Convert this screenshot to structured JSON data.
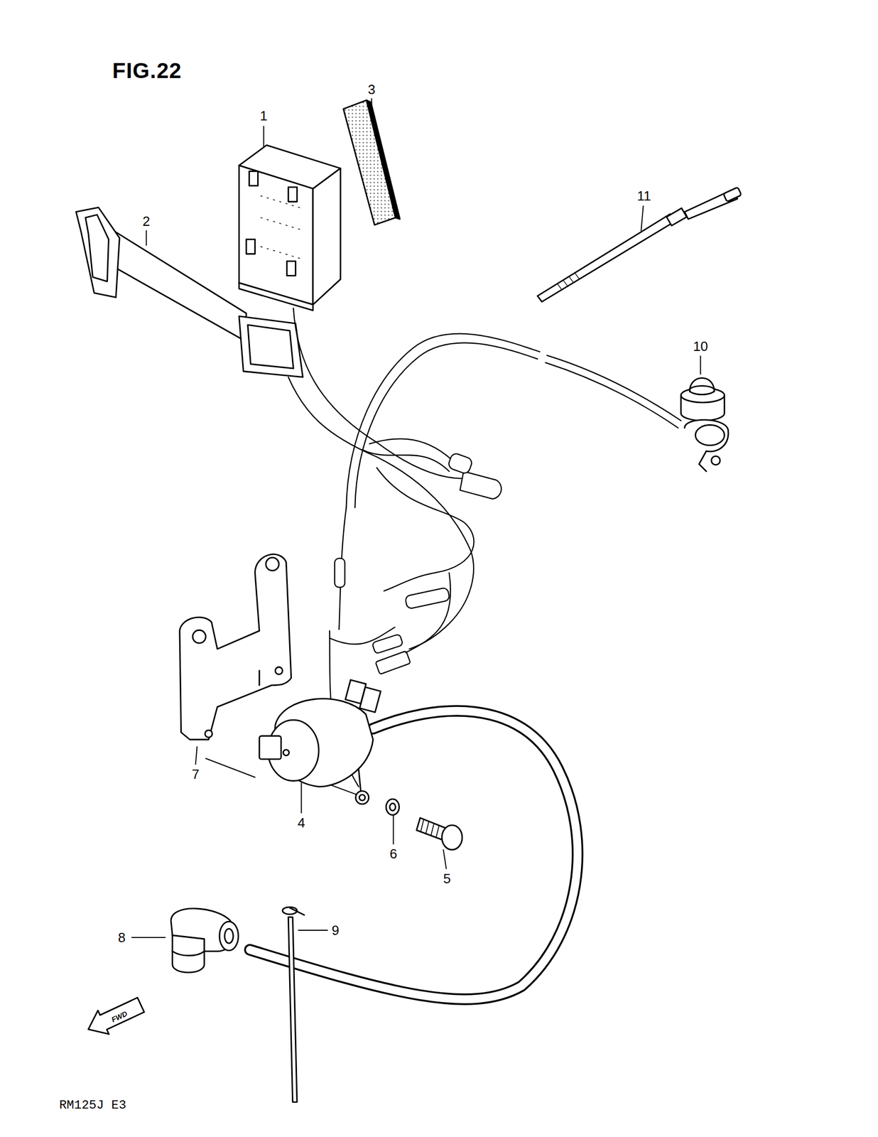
{
  "diagram": {
    "title": "FIG.22",
    "caption": "RM125J E3",
    "labels": [
      "1",
      "2",
      "3",
      "4",
      "5",
      "6",
      "7",
      "8",
      "9",
      "10",
      "11",
      "FWD"
    ]
  }
}
